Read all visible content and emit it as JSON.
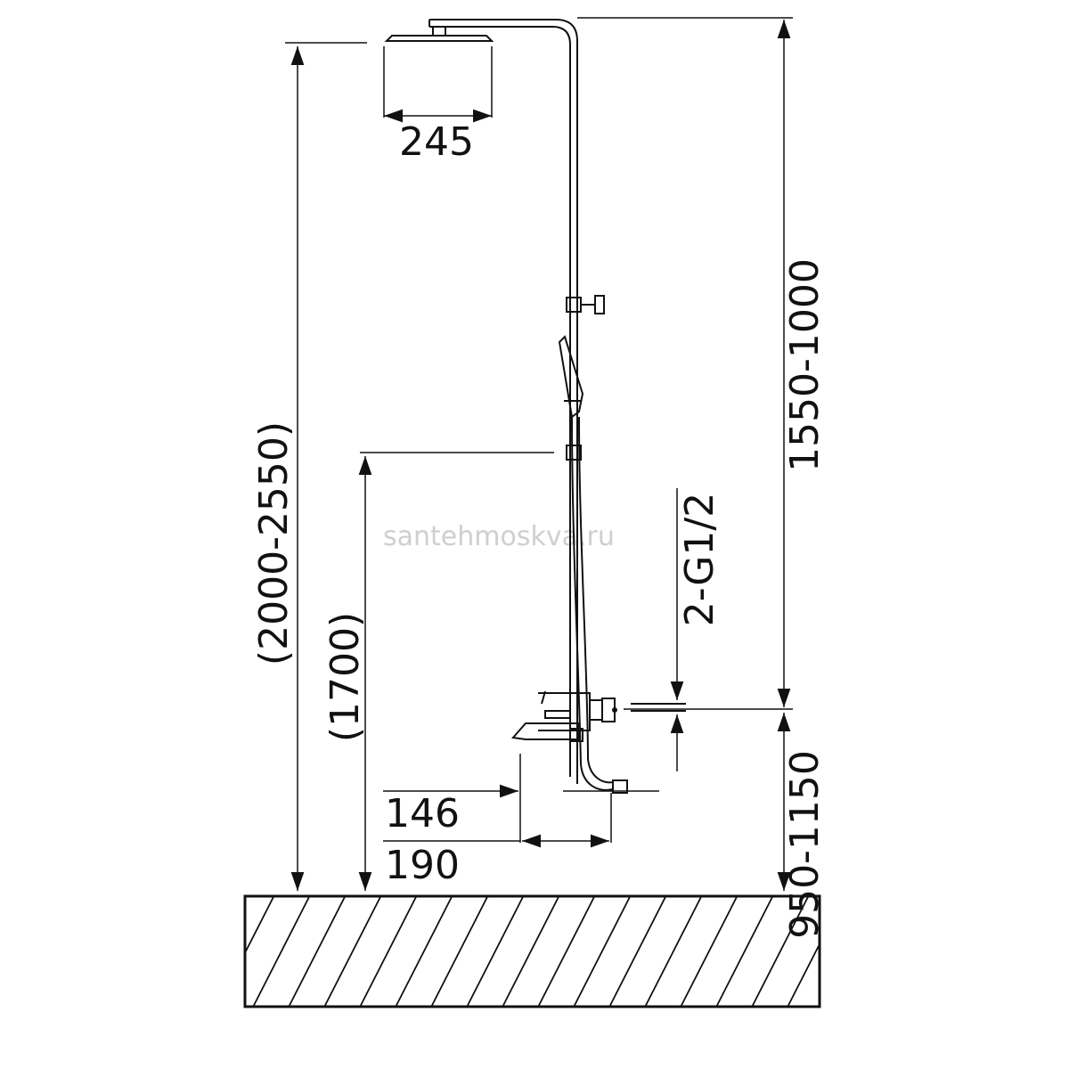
{
  "dimensions": {
    "overall_height": "(2000-2550)",
    "outlet_height": "(1700)",
    "riser_height": "1550-1000",
    "mixer_height": "950-1150",
    "head_width": "245",
    "spout_reach": "146",
    "mixer_depth": "190",
    "thread": "2-G1/2"
  },
  "watermark": "santehmoskva.ru",
  "colors": {
    "line": "#111111",
    "watermark": "#cfcfcf",
    "background": "#ffffff"
  }
}
